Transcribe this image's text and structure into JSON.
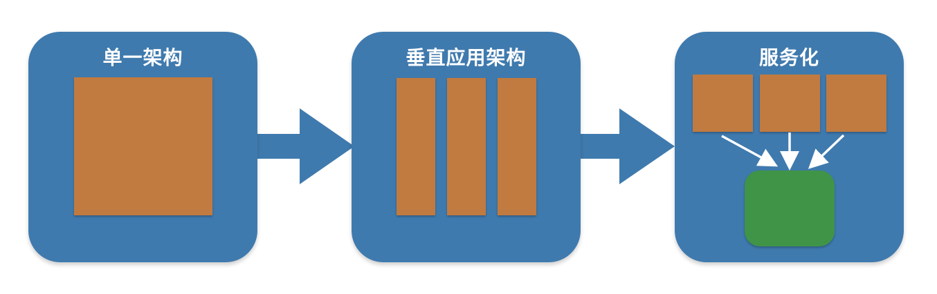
{
  "colors": {
    "panel": "#3f7aae",
    "block": "#c17a3f",
    "service": "#3f9448",
    "arrow": "#3f7aae",
    "connector": "#ffffff"
  },
  "stages": [
    {
      "title": "单一架构",
      "block_count": 1
    },
    {
      "title": "垂直应用架构",
      "block_count": 3
    },
    {
      "title": "服务化",
      "block_count": 3,
      "service_count": 1
    }
  ]
}
